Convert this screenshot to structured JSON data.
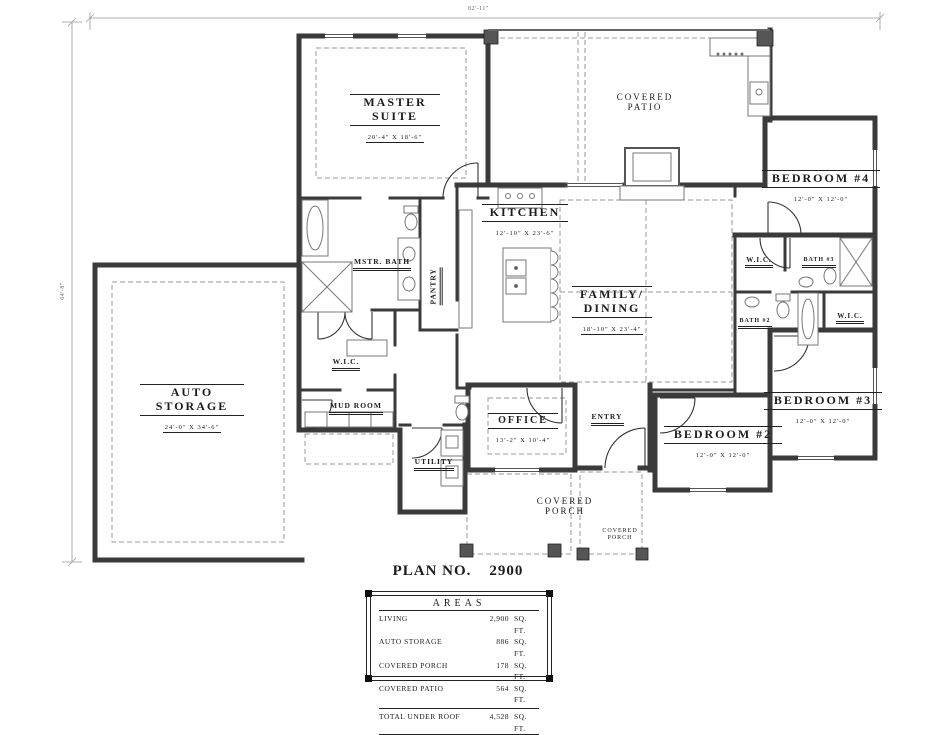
{
  "plan": {
    "title_prefix": "PLAN NO.",
    "title_number": "2900"
  },
  "dimensions": {
    "top": "82'-11\"",
    "left": "64'-8\""
  },
  "colors": {
    "wall": "#3a3a3a",
    "fixture": "#777777",
    "dashed": "#999999",
    "ink": "#1c1c1c"
  },
  "rooms": {
    "master_suite": {
      "name": "MASTER SUITE",
      "dims": "20'-4\" X 18'-6\""
    },
    "covered_patio": {
      "name": "COVERED PATIO"
    },
    "bedroom4": {
      "name": "BEDROOM #4",
      "dims": "12'-0\" X 12'-0\""
    },
    "kitchen": {
      "name": "KITCHEN",
      "dims": "12'-10\" X 23'-6\""
    },
    "family_dining": {
      "name": "FAMILY/ DINING",
      "dims": "18'-10\" X 23'-4\""
    },
    "auto_storage": {
      "name": "AUTO STORAGE",
      "dims": "24'-0\" X 34'-6\""
    },
    "mstr_bath": {
      "name": "MSTR. BATH"
    },
    "pantry": {
      "name": "PANTRY"
    },
    "wic_master": {
      "name": "W.I.C."
    },
    "mud_room": {
      "name": "MUD ROOM"
    },
    "utility": {
      "name": "UTILITY"
    },
    "office": {
      "name": "OFFICE",
      "dims": "13'-2\" X 10'-4\""
    },
    "entry": {
      "name": "ENTRY"
    },
    "bedroom2": {
      "name": "BEDROOM #2",
      "dims": "12'-0\" X 12'-0\""
    },
    "bedroom3": {
      "name": "BEDROOM #3",
      "dims": "12'-0\" X 12'-0\""
    },
    "wic_bed4": {
      "name": "W.I.C."
    },
    "bath3": {
      "name": "BATH #3"
    },
    "bath2": {
      "name": "BATH #2"
    },
    "wic_bed3": {
      "name": "W.I.C."
    },
    "covered_porch": {
      "name": "COVERED PORCH"
    },
    "covered_porch_small": {
      "name": "COVERED PORCH"
    }
  },
  "areas_table": {
    "title": "AREAS",
    "rows": [
      {
        "label": "LIVING",
        "value": "2,900",
        "unit": "SQ. FT."
      },
      {
        "label": "AUTO STORAGE",
        "value": "886",
        "unit": "SQ. FT."
      },
      {
        "label": "COVERED PORCH",
        "value": "178",
        "unit": "SQ. FT."
      },
      {
        "label": "COVERED PATIO",
        "value": "564",
        "unit": "SQ. FT."
      }
    ],
    "total": {
      "label": "TOTAL UNDER ROOF",
      "value": "4,528",
      "unit": "SQ. FT."
    }
  }
}
